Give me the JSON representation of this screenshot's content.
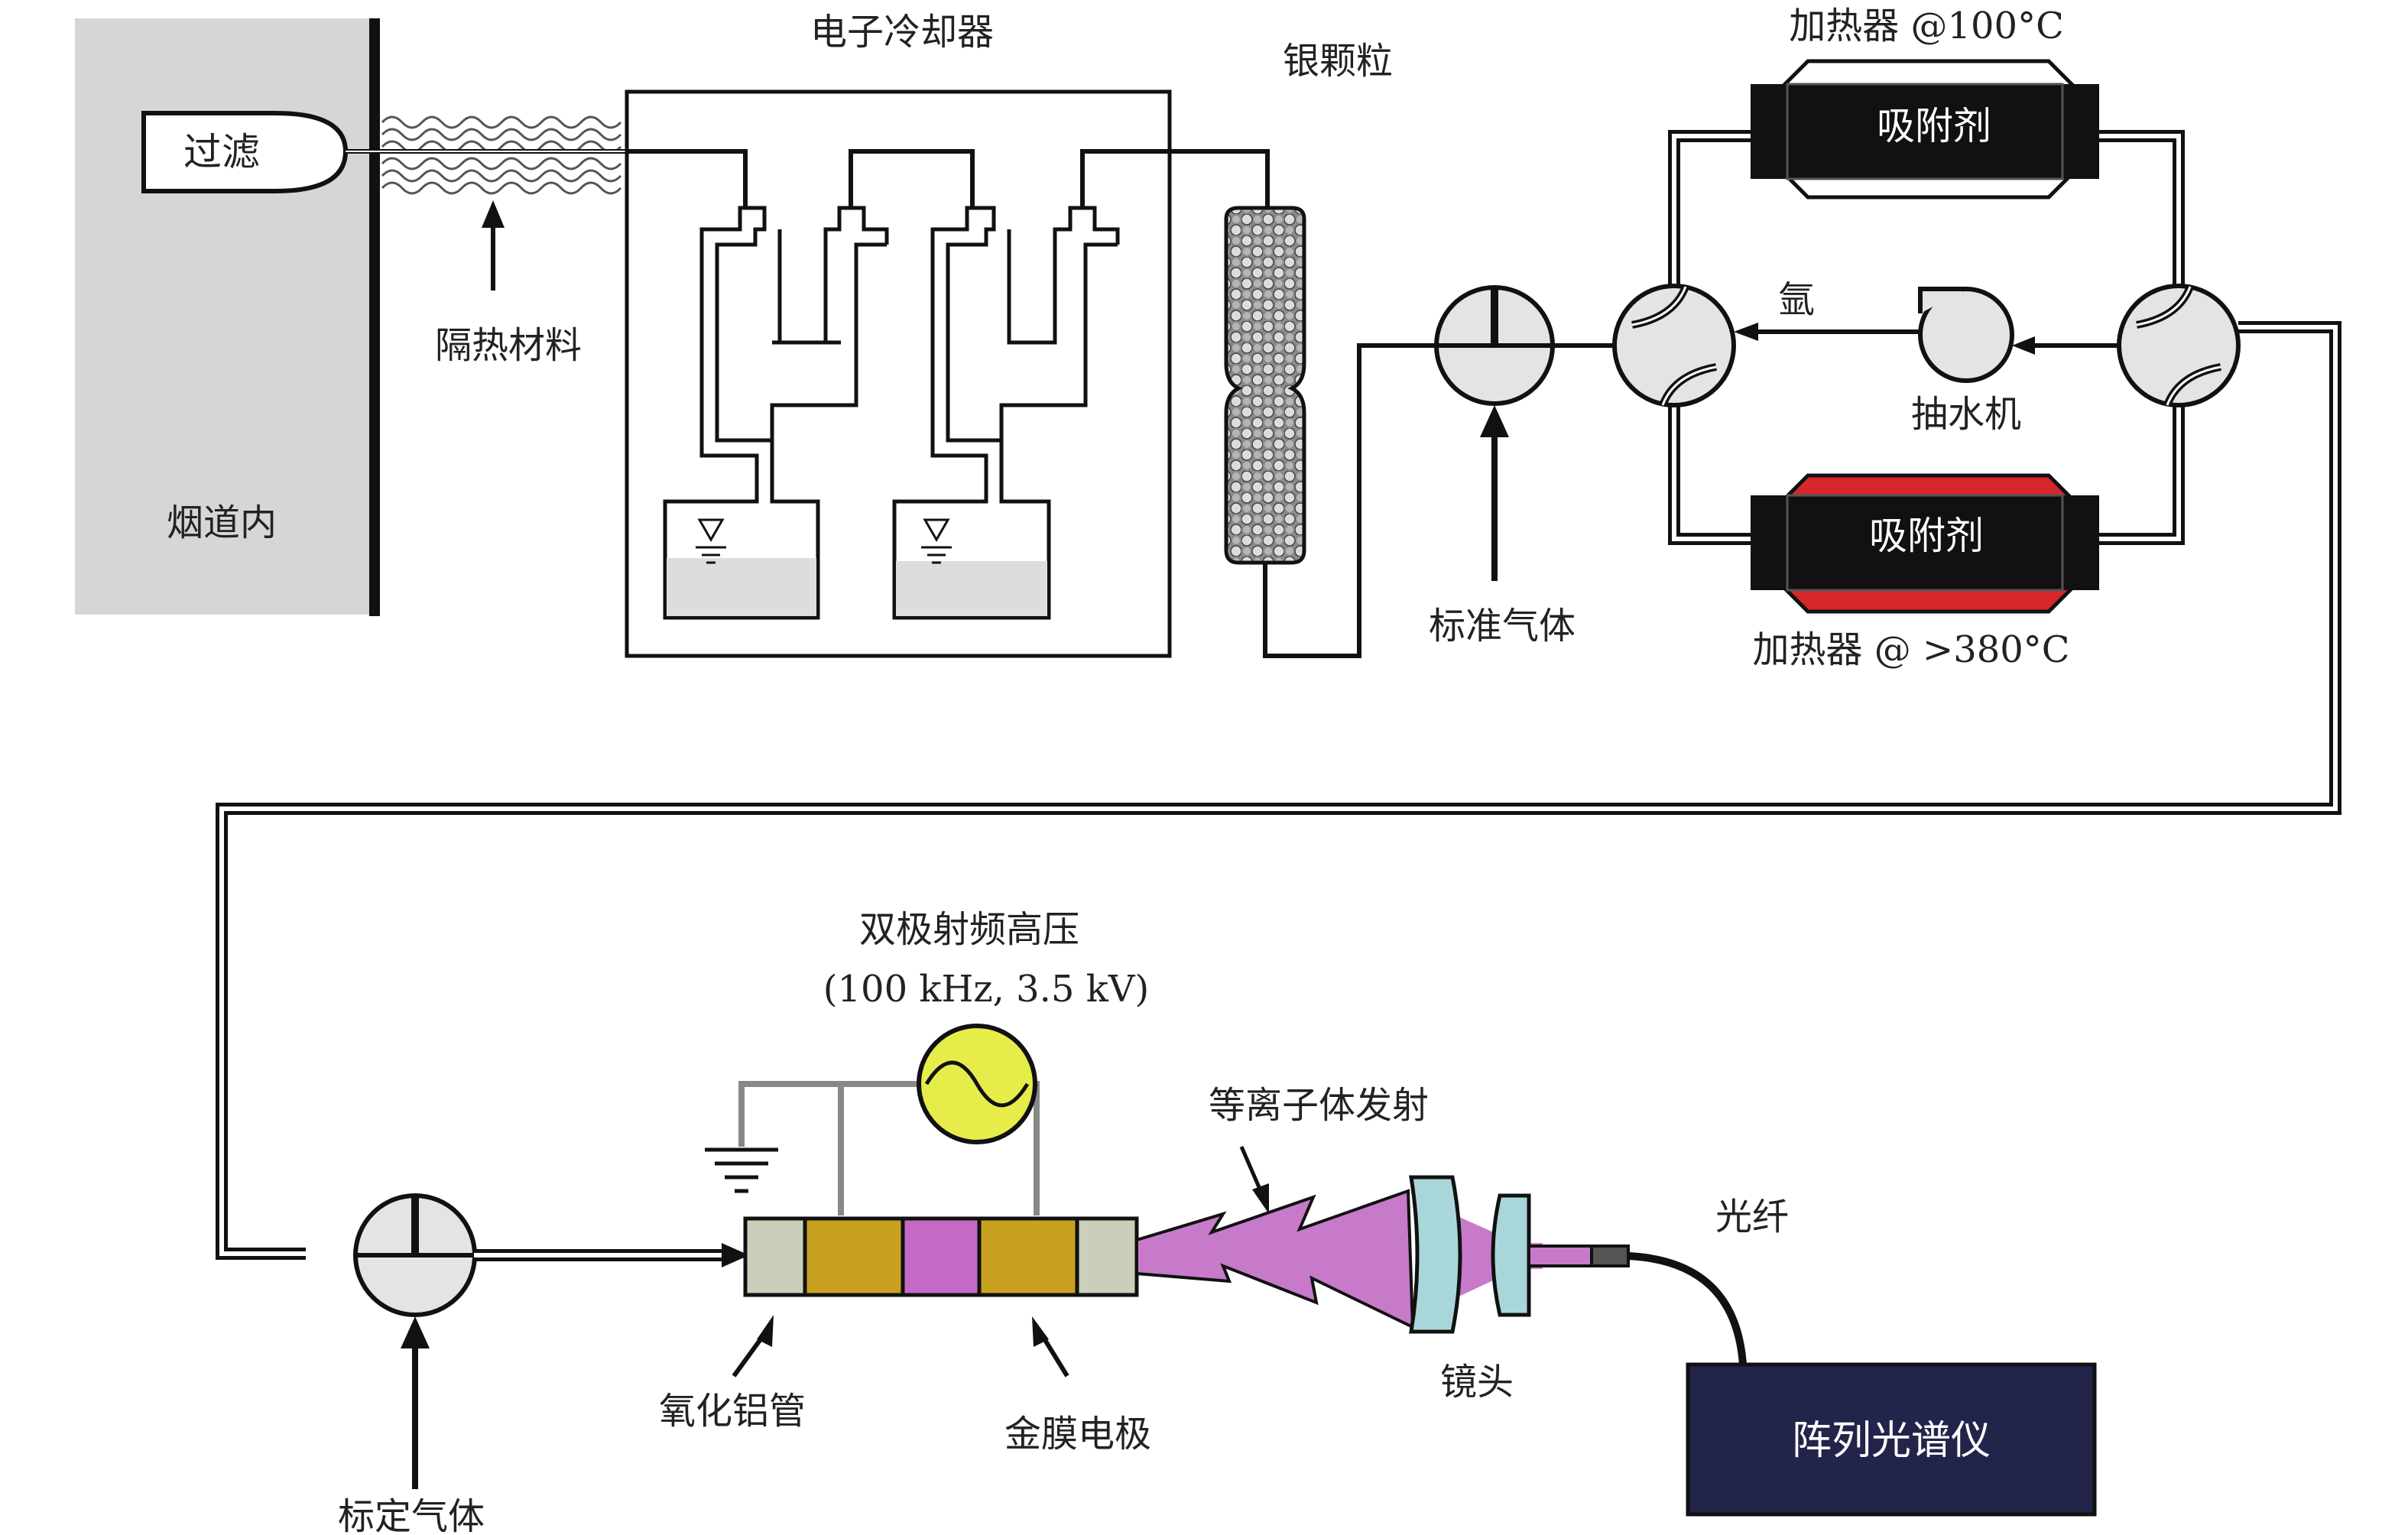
{
  "labels": {
    "filter": "过滤",
    "stack_inside": "烟道内",
    "insulation": "隔热材料",
    "electronic_cooler": "电子冷却器",
    "silver_particles": "银颗粒",
    "standard_gas": "标准气体",
    "heater_top": "加热器 @100°C",
    "heater_bottom": "加热器 @ >380°C",
    "adsorbent_top": "吸附剂",
    "adsorbent_bottom": "吸附剂",
    "argon": "氩",
    "pump": "抽水机",
    "rf_title": "双极射频高压",
    "rf_spec": "(100 kHz, 3.5 kV)",
    "plasma_emission": "等离子体发射",
    "optical_fiber": "光纤",
    "lens": "镜头",
    "alumina_tube": "氧化铝管",
    "gold_electrode": "金膜电极",
    "calibration_gas": "标定气体",
    "spectrometer": "阵列光谱仪"
  },
  "colors": {
    "stack_fill": "#d6d6d6",
    "adsorbent_block": "#111111",
    "heater_low": "#ffffff",
    "heater_high": "#d6282b",
    "valve_fill": "#e4e4e4",
    "tube_end": "#c9cfb8",
    "tube_gold": "#c9a020",
    "tube_violet": "#c46ac6",
    "plasma": "#c77ac9",
    "lens": "#a9d6d9",
    "rf_source": "#e6ec4a",
    "spectrometer_box": "#23244a",
    "liquid": "#dddddd"
  }
}
